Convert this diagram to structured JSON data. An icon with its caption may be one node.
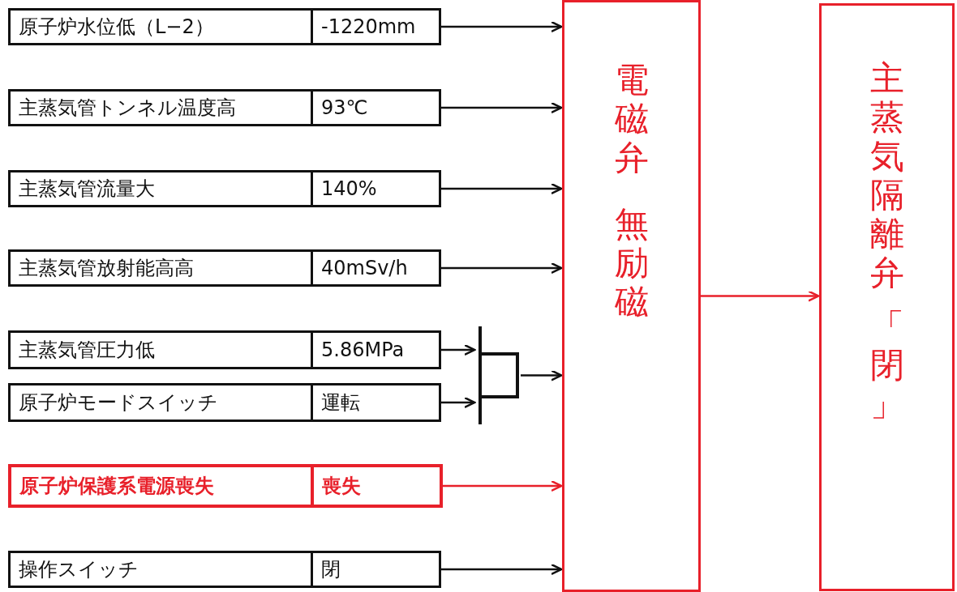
{
  "diagram": {
    "nodes": [
      {
        "text": [
          "原子炉水位低（L−2）",
          "-1220mm"
        ]
      },
      {
        "text": [
          "主蒸気管トンネル温度高",
          "93℃"
        ]
      },
      {
        "text": [
          "主蒸気管流量大",
          "140%"
        ]
      },
      {
        "text": [
          "主蒸気管放射能高高",
          "40mSv/h"
        ]
      },
      {
        "text": [
          "主蒸気管圧力低",
          "5.86MPa"
        ]
      },
      {
        "text": [
          "原子炉モードスイッチ",
          "運転"
        ]
      },
      {
        "text": [],
        "shape": "gate"
      },
      {
        "text": [
          "原子炉保護系電源喪失",
          "喪失"
        ]
      },
      {
        "text": [
          "操作スイッチ",
          "閉"
        ]
      },
      {
        "text": [
          "電磁弁",
          "無励磁"
        ]
      },
      {
        "text": [
          "主蒸気隔離弁",
          "「閉」"
        ]
      }
    ],
    "edges": [
      {
        "from": 0,
        "to": 9,
        "arrow": "to"
      },
      {
        "from": 1,
        "to": 9,
        "arrow": "to"
      },
      {
        "from": 2,
        "to": 9,
        "arrow": "to"
      },
      {
        "from": 3,
        "to": 9,
        "arrow": "to"
      },
      {
        "from": 4,
        "to": 6,
        "arrow": "to"
      },
      {
        "from": 5,
        "to": 6,
        "arrow": "to"
      },
      {
        "from": 6,
        "to": 9,
        "arrow": "to"
      },
      {
        "from": 7,
        "to": 9,
        "arrow": "to",
        "color": "#e8202a"
      },
      {
        "from": 8,
        "to": 9,
        "arrow": "to"
      },
      {
        "from": 9,
        "to": 10,
        "arrow": "to",
        "color": "#e8202a"
      }
    ]
  }
}
